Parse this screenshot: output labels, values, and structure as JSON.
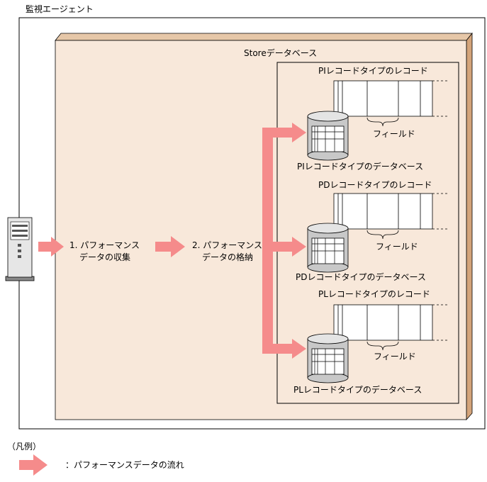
{
  "agent_title": "監視エージェント",
  "store_db_title": "Storeデータベース",
  "step1": {
    "line1": "1. パフォーマンス",
    "line2": "データの収集"
  },
  "step2": {
    "line1": "2. パフォーマンス",
    "line2": "データの格納"
  },
  "records": [
    {
      "record_label": "PIレコードタイプのレコード",
      "field_label": "フィールド",
      "db_label": "PIレコードタイプのデータベース"
    },
    {
      "record_label": "PDレコードタイプのレコード",
      "field_label": "フィールド",
      "db_label": "PDレコードタイプのデータベース"
    },
    {
      "record_label": "PLレコードタイプのレコード",
      "field_label": "フィールド",
      "db_label": "PLレコードタイプのデータベース"
    }
  ],
  "legend": {
    "title": "（凡例）",
    "item_text": "：パフォーマンスデータの流れ"
  },
  "colors": {
    "store_fill": "#f8e8da",
    "store_shadow": "#d4a47a",
    "flow_arrow": "#f58b8b",
    "cylinder": "#c8c8c8"
  },
  "icons": {
    "server": "server-icon",
    "database": "database-cylinder-icon",
    "arrow": "flow-arrow-icon"
  }
}
